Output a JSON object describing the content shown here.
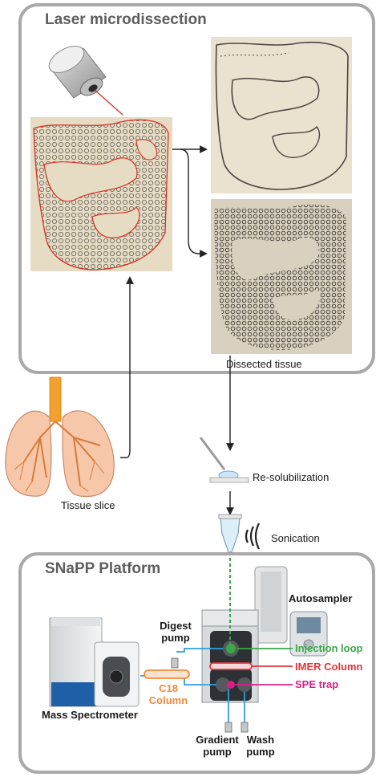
{
  "laser_section": {
    "title": "Laser microdissection"
  },
  "labels": {
    "dissected_tissue": "Dissected tissue",
    "tissue_slice": "Tissue slice",
    "resolubilization": "Re-solubilization",
    "sonication": "Sonication"
  },
  "snapp_section": {
    "title": "SNaPP Platform",
    "autosampler": "Autosampler",
    "digest_pump": "Digest pump",
    "injection_loop": "Injection loop",
    "imer_column": "IMER Column",
    "spe_trap": "SPE trap",
    "c18_column": "C18 Column",
    "mass_spectrometer": "Mass Spectrometer",
    "gradient_pump": "Gradient pump",
    "wash_pump": "Wash pump"
  },
  "colors": {
    "frame": "#a9a9a9",
    "laser_beam": "#d6382e",
    "tissue_outline": "#d9302a",
    "flow_green": "#3aa546",
    "flow_blue": "#2f9fd9",
    "injection_loop": "#39a845",
    "imer_column": "#e0363b",
    "spe_trap": "#d81f86",
    "c18_column": "#ee8a3a",
    "lung": "#f6c7a8",
    "trachea": "#f1a12c"
  }
}
